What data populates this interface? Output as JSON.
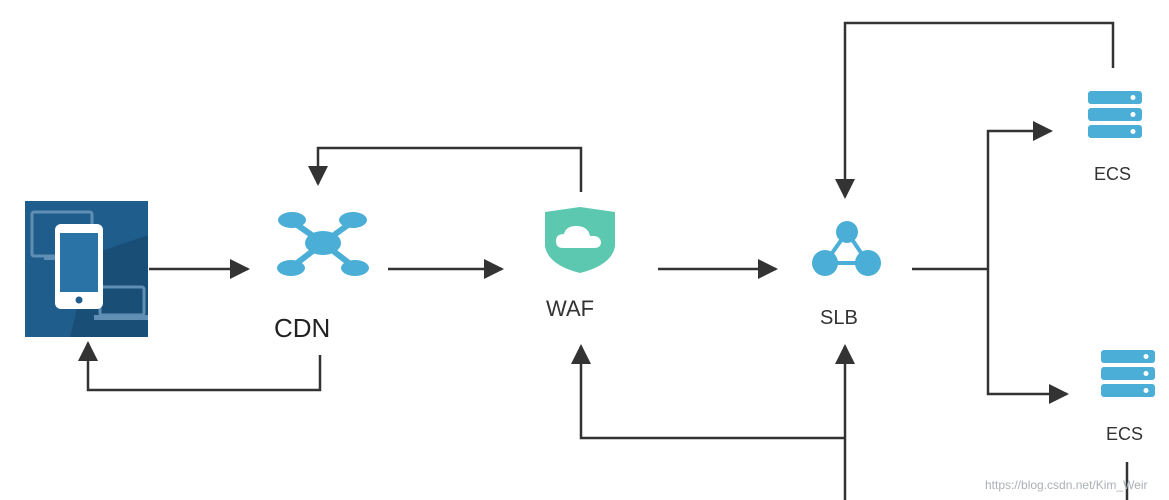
{
  "nodes": {
    "client": {
      "icon": "client-devices-icon"
    },
    "cdn": {
      "label": "CDN",
      "icon": "cdn-network-icon"
    },
    "waf": {
      "label": "WAF",
      "icon": "waf-shield-cloud-icon"
    },
    "slb": {
      "label": "SLB",
      "icon": "slb-load-balancer-icon"
    },
    "ecs_top": {
      "label": "ECS",
      "icon": "server-icon"
    },
    "ecs_bottom": {
      "label": "ECS",
      "icon": "server-icon"
    }
  },
  "watermark": "https://blog.csdn.net/Kim_Weir",
  "colors": {
    "line": "#333333",
    "node_blue": "#4aaed6",
    "shield_teal": "#5cc8b0",
    "client_bg": "#1f5d8c"
  }
}
